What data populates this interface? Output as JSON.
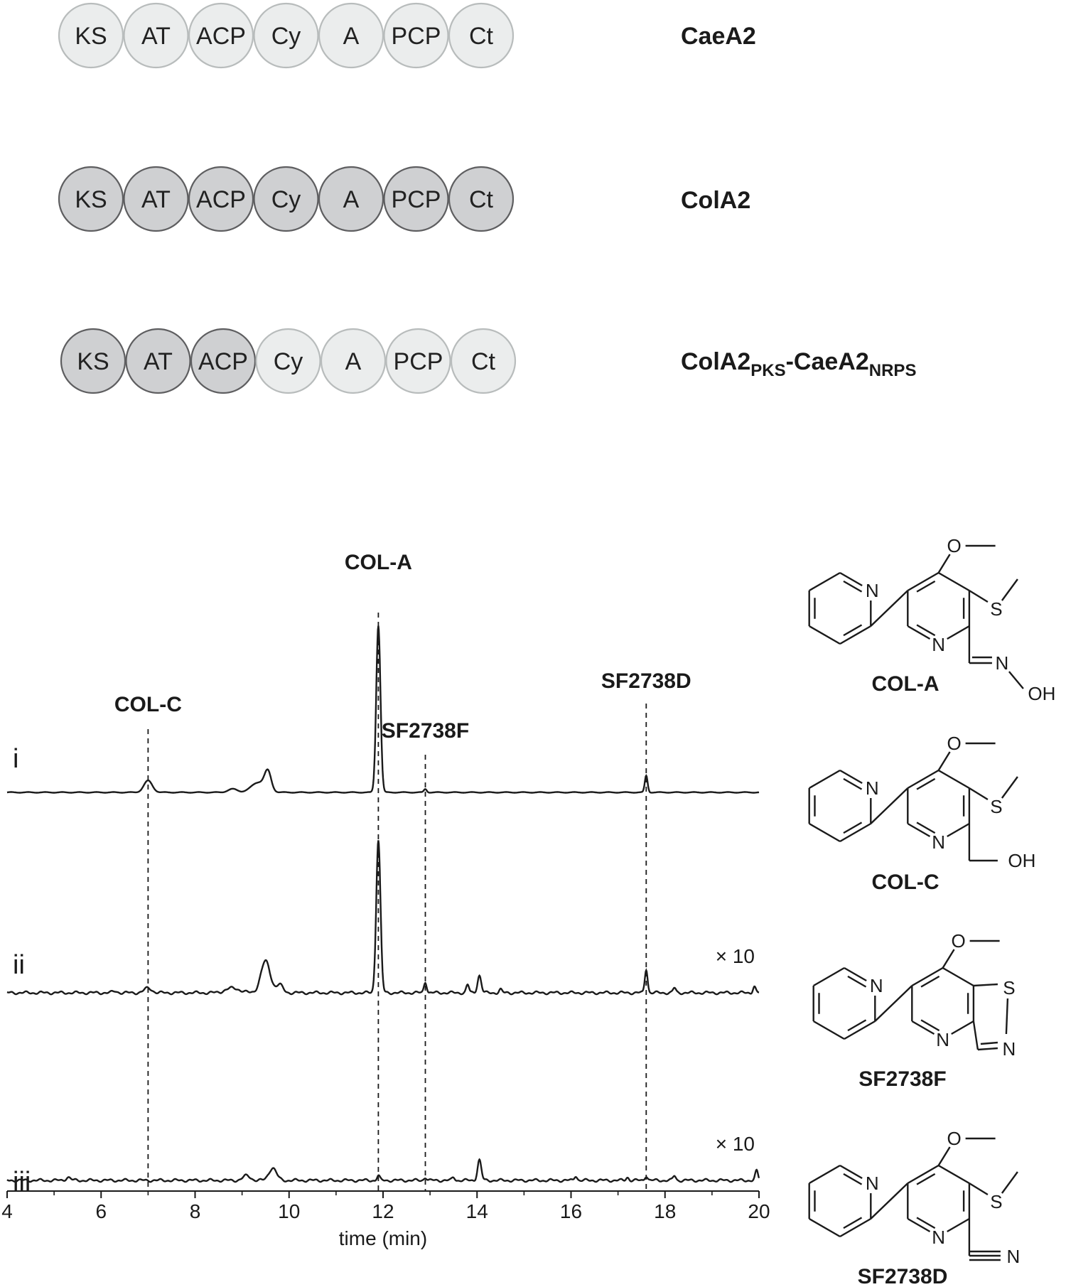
{
  "constructs": [
    {
      "name": "CaeA2",
      "name_sub": "",
      "name_rest": "",
      "name_sub2": "",
      "domains": [
        {
          "label": "KS",
          "shade": "light"
        },
        {
          "label": "AT",
          "shade": "light"
        },
        {
          "label": "ACP",
          "shade": "light"
        },
        {
          "label": "Cy",
          "shade": "light"
        },
        {
          "label": "A",
          "shade": "light"
        },
        {
          "label": "PCP",
          "shade": "light"
        },
        {
          "label": "Ct",
          "shade": "light"
        }
      ]
    },
    {
      "name": "ColA2",
      "name_sub": "",
      "name_rest": "",
      "name_sub2": "",
      "domains": [
        {
          "label": "KS",
          "shade": "dark"
        },
        {
          "label": "AT",
          "shade": "dark"
        },
        {
          "label": "ACP",
          "shade": "dark"
        },
        {
          "label": "Cy",
          "shade": "dark"
        },
        {
          "label": "A",
          "shade": "dark"
        },
        {
          "label": "PCP",
          "shade": "dark"
        },
        {
          "label": "Ct",
          "shade": "dark"
        }
      ]
    },
    {
      "name": "ColA2",
      "name_sub": "PKS",
      "name_rest": "-CaeA2",
      "name_sub2": "NRPS",
      "domains": [
        {
          "label": "KS",
          "shade": "dark"
        },
        {
          "label": "AT",
          "shade": "dark"
        },
        {
          "label": "ACP",
          "shade": "dark"
        },
        {
          "label": "Cy",
          "shade": "light"
        },
        {
          "label": "A",
          "shade": "light"
        },
        {
          "label": "PCP",
          "shade": "light"
        },
        {
          "label": "Ct",
          "shade": "light"
        }
      ]
    }
  ],
  "colors": {
    "light_fill": "#ebeded",
    "light_stroke": "#b8bcbc",
    "dark_fill": "#cfd0d2",
    "dark_stroke": "#5e5e60",
    "trace": "#1a1a1a"
  },
  "chart_data": {
    "type": "line",
    "xlabel": "time (min)",
    "xlim": [
      4,
      20
    ],
    "xticks": [
      4,
      6,
      8,
      10,
      12,
      14,
      16,
      18,
      20
    ],
    "grid": false,
    "reference_lines": [
      {
        "label": "COL-C",
        "x": 7.0
      },
      {
        "label": "COL-A",
        "x": 11.9
      },
      {
        "label": "SF2738F",
        "x": 12.9
      },
      {
        "label": "SF2738D",
        "x": 17.6
      }
    ],
    "series": [
      {
        "name": "i",
        "scale_label": "",
        "peaks": [
          {
            "x": 7.0,
            "height": 0.07,
            "width": 0.09
          },
          {
            "x": 8.8,
            "height": 0.02,
            "width": 0.1
          },
          {
            "x": 9.35,
            "height": 0.06,
            "width": 0.15
          },
          {
            "x": 9.55,
            "height": 0.11,
            "width": 0.07
          },
          {
            "x": 11.9,
            "height": 1.0,
            "width": 0.045
          },
          {
            "x": 12.9,
            "height": 0.02,
            "width": 0.03
          },
          {
            "x": 17.6,
            "height": 0.1,
            "width": 0.03
          }
        ]
      },
      {
        "name": "ii",
        "scale_label": "× 10",
        "peaks": [
          {
            "x": 6.3,
            "height": 0.01,
            "width": 0.05
          },
          {
            "x": 7.0,
            "height": 0.03,
            "width": 0.08
          },
          {
            "x": 8.8,
            "height": 0.03,
            "width": 0.15
          },
          {
            "x": 9.5,
            "height": 0.2,
            "width": 0.1
          },
          {
            "x": 9.8,
            "height": 0.05,
            "width": 0.07
          },
          {
            "x": 11.9,
            "height": 0.97,
            "width": 0.045
          },
          {
            "x": 12.9,
            "height": 0.07,
            "width": 0.03
          },
          {
            "x": 13.8,
            "height": 0.05,
            "width": 0.03
          },
          {
            "x": 14.05,
            "height": 0.11,
            "width": 0.04
          },
          {
            "x": 14.5,
            "height": 0.02,
            "width": 0.03
          },
          {
            "x": 17.6,
            "height": 0.15,
            "width": 0.03
          },
          {
            "x": 18.2,
            "height": 0.03,
            "width": 0.03
          },
          {
            "x": 19.9,
            "height": 0.04,
            "width": 0.03
          }
        ]
      },
      {
        "name": "iii",
        "scale_label": "× 10",
        "peaks": [
          {
            "x": 5.3,
            "height": 0.02,
            "width": 0.05
          },
          {
            "x": 9.1,
            "height": 0.03,
            "width": 0.08
          },
          {
            "x": 9.65,
            "height": 0.08,
            "width": 0.08
          },
          {
            "x": 11.9,
            "height": 0.03,
            "width": 0.03
          },
          {
            "x": 12.9,
            "height": 0.02,
            "width": 0.03
          },
          {
            "x": 13.5,
            "height": 0.02,
            "width": 0.03
          },
          {
            "x": 14.05,
            "height": 0.13,
            "width": 0.04
          },
          {
            "x": 16.1,
            "height": 0.03,
            "width": 0.03
          },
          {
            "x": 17.2,
            "height": 0.02,
            "width": 0.03
          },
          {
            "x": 17.6,
            "height": 0.03,
            "width": 0.03
          },
          {
            "x": 18.2,
            "height": 0.03,
            "width": 0.03
          },
          {
            "x": 19.95,
            "height": 0.06,
            "width": 0.03
          }
        ]
      }
    ]
  },
  "molecules": [
    {
      "name": "COL-A",
      "tail": "oxime",
      "atoms": {
        "pyN": "N",
        "ringN": "N",
        "O": "O",
        "S": "S",
        "endN": "N",
        "endO": "OH"
      }
    },
    {
      "name": "COL-C",
      "tail": "alcohol",
      "atoms": {
        "pyN": "N",
        "ringN": "N",
        "O": "O",
        "S": "S",
        "endO": "OH"
      }
    },
    {
      "name": "SF2738F",
      "tail": "isothiazole",
      "atoms": {
        "pyN": "N",
        "ringN": "N",
        "O": "O",
        "S": "S",
        "endN": "N"
      }
    },
    {
      "name": "SF2738D",
      "tail": "nitrile",
      "atoms": {
        "pyN": "N",
        "ringN": "N",
        "O": "O",
        "S": "S",
        "endN": "N"
      }
    }
  ]
}
